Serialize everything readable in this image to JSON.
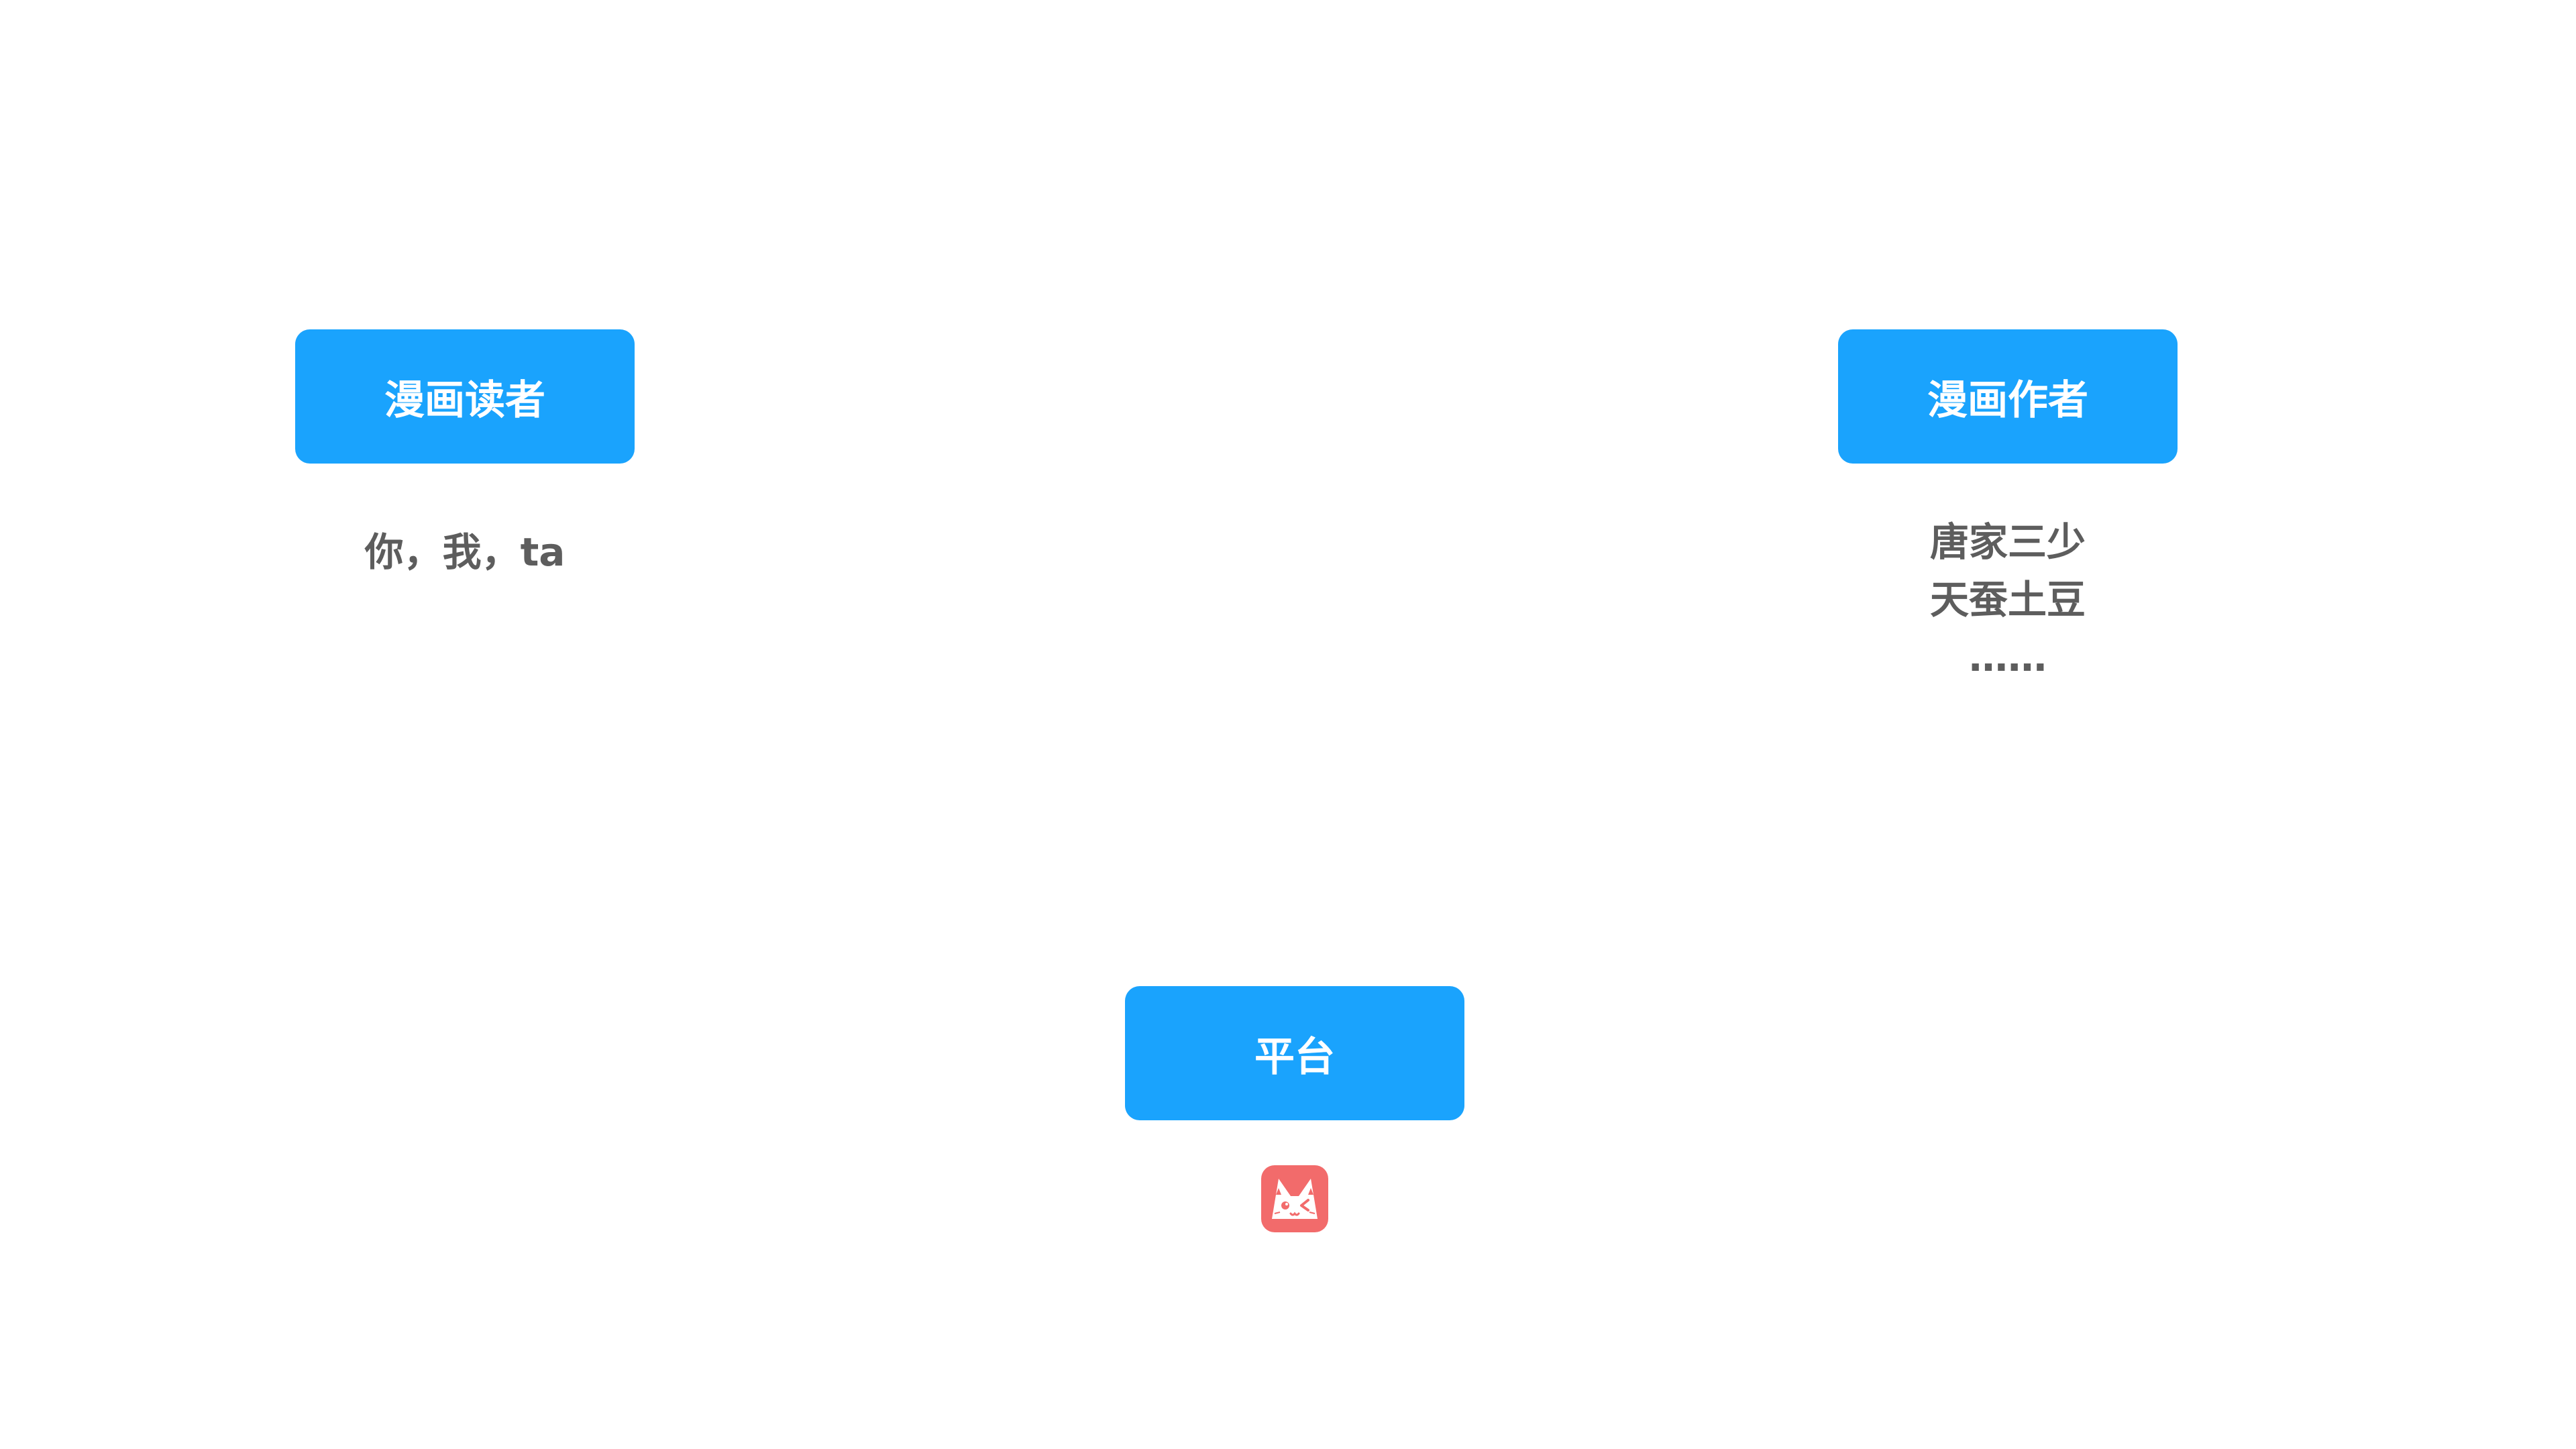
{
  "diagram": {
    "reader": {
      "label": "漫画读者",
      "caption": "你，我，ta"
    },
    "author": {
      "label": "漫画作者",
      "caption_lines": [
        "唐家三少",
        "天蚕土豆",
        "……"
      ]
    },
    "platform": {
      "label": "平台",
      "icon": "manga-app-logo-icon"
    }
  },
  "colors": {
    "box_fill": "#1aa3fd",
    "box_text": "#ffffff",
    "caption_text": "#5d5d5d",
    "logo_bg": "#f26b6b"
  }
}
